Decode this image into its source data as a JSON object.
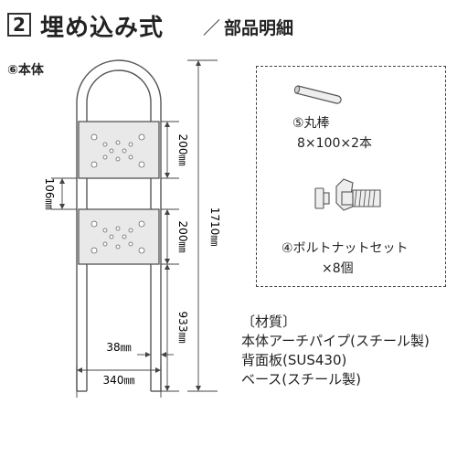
{
  "header": {
    "section_number": "2",
    "title": "埋め込み式",
    "subtitle": "部品明細"
  },
  "body_label": "⑥本体",
  "dimensions": {
    "plate_height_1": "200㎜",
    "plate_height_2": "200㎜",
    "plate_gap": "106㎜",
    "total_height": "1710㎜",
    "embed_height": "933㎜",
    "pipe_diameter": "38㎜",
    "width": "340㎜"
  },
  "parts": [
    {
      "name": "⑤丸棒",
      "spec": "8×100×2本"
    },
    {
      "name": "④ボルトナットセット",
      "spec": "×8個"
    }
  ],
  "materials": {
    "heading": "〔材質〕",
    "items": [
      "本体アーチパイプ(スチール製)",
      "背面板(SUS430)",
      "ベース(スチール製)"
    ]
  }
}
